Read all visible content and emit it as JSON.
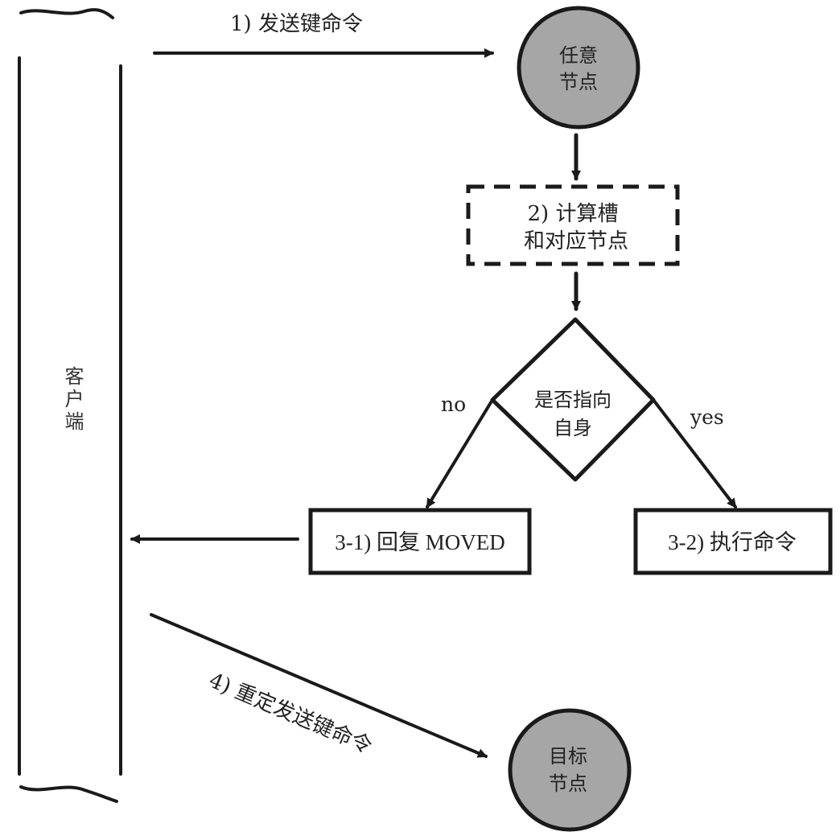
{
  "client": {
    "label": "客户端"
  },
  "steps": {
    "send_label": "1) 发送键命令",
    "any_node_l1": "任意",
    "any_node_l2": "节点",
    "calc_l1": "2) 计算槽",
    "calc_l2": "和对应节点",
    "decide_l1": "是否指向",
    "decide_l2": "自身",
    "no_label": "no",
    "yes_label": "yes",
    "moved_label": "3-1) 回复 MOVED",
    "exec_label": "3-2) 执行命令",
    "redirect_label": "4) 重定发送键命令",
    "target_node_l1": "目标",
    "target_node_l2": "节点"
  },
  "colors": {
    "node_fill": "#a6a6a6",
    "stroke": "#1a1a1a"
  }
}
